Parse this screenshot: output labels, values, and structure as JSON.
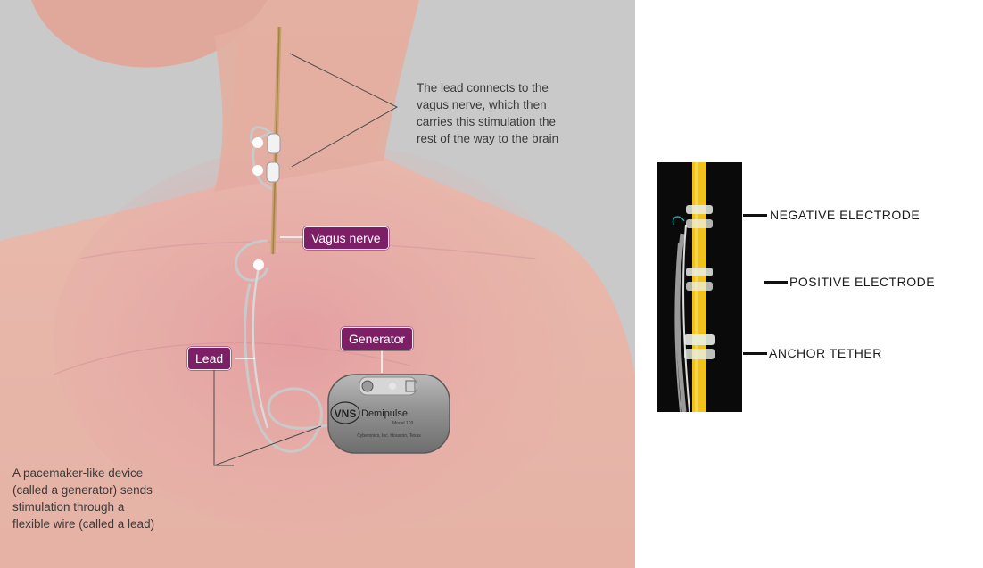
{
  "illustration": {
    "callouts": {
      "top": "The lead connects to the\nvagus nerve, which then\ncarries this stimulation the\nrest of the way to the brain",
      "bottom": "A pacemaker-like device\n(called a generator) sends\nstimulation through a\nflexible wire (called a lead)"
    },
    "tags": {
      "vagus": "Vagus nerve",
      "generator": "Generator",
      "lead": "Lead"
    },
    "device": {
      "brand_short": "VNS",
      "brand_name": "Demipulse",
      "model": "Model 103",
      "maker": "Cyberonics, Inc.  Houston, Texas"
    }
  },
  "photo_labels": {
    "negative": "NEGATIVE ELECTRODE",
    "positive": "POSITIVE ELECTRODE",
    "anchor": "ANCHOR TETHER"
  },
  "colors": {
    "tag_fill": "#7d1f66",
    "skin": "#e7b4a8",
    "background": "#c9c9c9",
    "nerve_yellow": "#f2c21a"
  }
}
